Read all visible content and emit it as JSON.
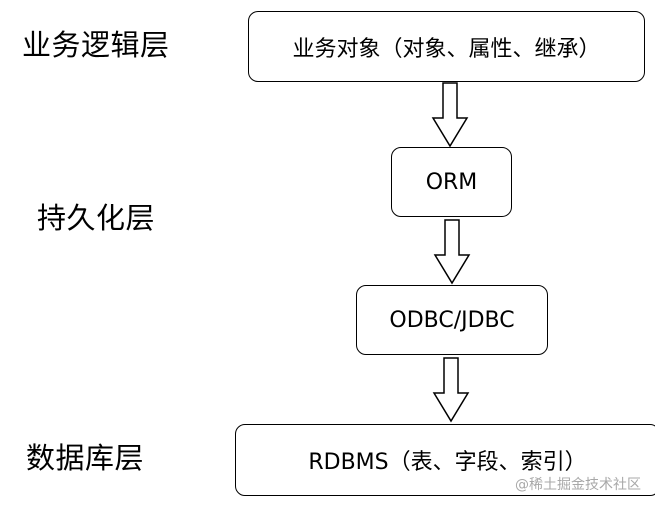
{
  "layers": {
    "business": "业务逻辑层",
    "persistence": "持久化层",
    "database": "数据库层"
  },
  "boxes": {
    "business_objects": "业务对象（对象、属性、继承）",
    "orm": "ORM",
    "odbc_jdbc": "ODBC/JDBC",
    "rdbms": "RDBMS（表、字段、索引）"
  },
  "watermark": "@稀土掘金技术社区",
  "colors": {
    "stroke": "#000000",
    "background": "#ffffff",
    "watermark": "#a8a8a8"
  }
}
